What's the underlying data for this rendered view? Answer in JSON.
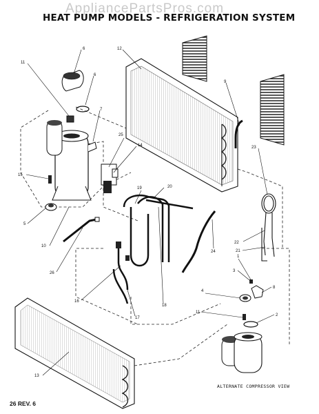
{
  "header": {
    "title": "HEAT PUMP MODELS - REFRIGERATION SYSTEM",
    "watermark": "AppliancePartsPros.com"
  },
  "footer": {
    "revision": "26 REV. 6"
  },
  "alternate_view": {
    "caption": "ALTERNATE COMPRESSOR VIEW"
  },
  "part_numbers": {
    "p1": "1",
    "p2": "2",
    "p3": "3",
    "p4": "4",
    "p5": "5",
    "p6": "6",
    "p7": "7",
    "p8": "8",
    "p9": "9",
    "p10": "10",
    "p11": "11",
    "p12": "12",
    "p13": "13",
    "p14": "14",
    "p15": "15",
    "p16": "16",
    "p17": "17",
    "p18": "18",
    "p19": "19",
    "p20": "20",
    "p21": "21",
    "p22": "22",
    "p23": "23",
    "p24": "24",
    "p25": "25",
    "p26": "26"
  }
}
